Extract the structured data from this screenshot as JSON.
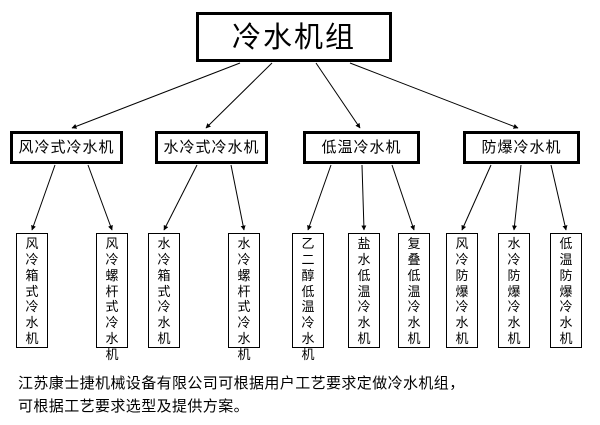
{
  "diagram": {
    "type": "tree",
    "title": "冷水机组",
    "root": {
      "label": "冷水机组"
    },
    "categories": [
      {
        "label": "风冷式冷水机"
      },
      {
        "label": "水冷式冷水机"
      },
      {
        "label": "低温冷水机"
      },
      {
        "label": "防爆冷水机"
      }
    ],
    "leaves": [
      {
        "label": "风冷箱式冷水机",
        "parent": "风冷式冷水机"
      },
      {
        "label": "风冷螺杆式冷水机",
        "parent": "风冷式冷水机"
      },
      {
        "label": "水冷箱式冷水机",
        "parent": "水冷式冷水机"
      },
      {
        "label": "水冷螺杆式冷水机",
        "parent": "水冷式冷水机"
      },
      {
        "label": "乙二醇低温冷水机",
        "parent": "低温冷水机"
      },
      {
        "label": "盐水低温冷水机",
        "parent": "低温冷水机"
      },
      {
        "label": "复叠低温冷水机",
        "parent": "低温冷水机"
      },
      {
        "label": "风冷防爆冷水机",
        "parent": "防爆冷水机"
      },
      {
        "label": "水冷防爆冷水机",
        "parent": "防爆冷水机"
      },
      {
        "label": "低温防爆冷水机",
        "parent": "防爆冷水机"
      }
    ],
    "colors": {
      "background": "#ffffff",
      "border": "#000000",
      "text": "#000000",
      "connector": "#000000"
    }
  },
  "caption": {
    "line1": "江苏康士捷机械设备有限公司可根据用户工艺要求定做冷水机组，",
    "line2": "可根据工艺要求选型及提供方案。"
  }
}
